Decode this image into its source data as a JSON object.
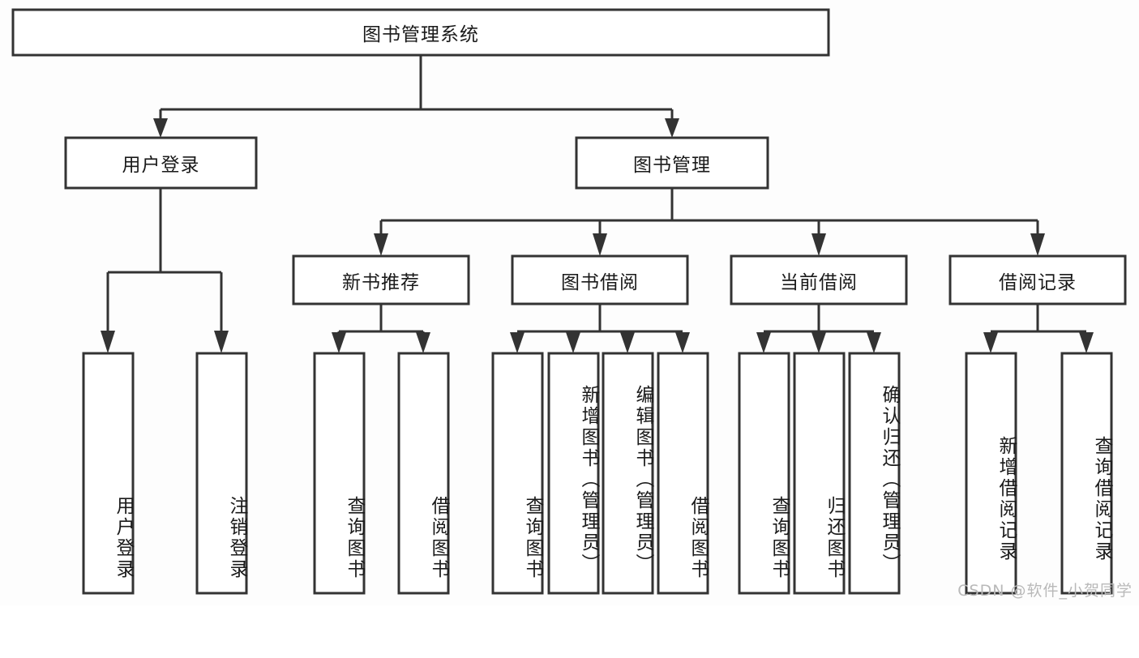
{
  "diagram": {
    "type": "hierarchy-tree",
    "title": "图书管理系统",
    "root": {
      "id": "root",
      "label": "图书管理系统"
    },
    "level2": [
      {
        "id": "user-login",
        "label": "用户登录"
      },
      {
        "id": "book-manage",
        "label": "图书管理"
      }
    ],
    "level3": [
      {
        "id": "new-book-recommend",
        "label": "新书推荐"
      },
      {
        "id": "book-borrow",
        "label": "图书借阅"
      },
      {
        "id": "current-borrow",
        "label": "当前借阅"
      },
      {
        "id": "borrow-record",
        "label": "借阅记录"
      }
    ],
    "leaves": [
      {
        "id": "leaf-user-login",
        "label": "用户登录",
        "parent": "user-login"
      },
      {
        "id": "leaf-logout",
        "label": "注销登录",
        "parent": "user-login"
      },
      {
        "id": "leaf-query-book-1",
        "label": "查询图书",
        "parent": "new-book-recommend"
      },
      {
        "id": "leaf-borrow-book-1",
        "label": "借阅图书",
        "parent": "new-book-recommend"
      },
      {
        "id": "leaf-query-book-2",
        "label": "查询图书",
        "parent": "book-borrow"
      },
      {
        "id": "leaf-add-book",
        "label": "新增图书（管理员）",
        "parent": "book-borrow"
      },
      {
        "id": "leaf-edit-book",
        "label": "编辑图书（管理员）",
        "parent": "book-borrow"
      },
      {
        "id": "leaf-borrow-book-2",
        "label": "借阅图书",
        "parent": "book-borrow"
      },
      {
        "id": "leaf-query-book-3",
        "label": "查询图书",
        "parent": "current-borrow"
      },
      {
        "id": "leaf-return-book",
        "label": "归还图书",
        "parent": "current-borrow"
      },
      {
        "id": "leaf-confirm-return",
        "label": "确认归还（管理员）",
        "parent": "current-borrow"
      },
      {
        "id": "leaf-add-record",
        "label": "新增借阅记录",
        "parent": "borrow-record"
      },
      {
        "id": "leaf-query-record",
        "label": "查询借阅记录",
        "parent": "borrow-record"
      }
    ]
  },
  "watermark": {
    "text": "CSDN @软件_小贺同学"
  },
  "colors": {
    "stroke": "#333333",
    "box_fill": "#ffffff",
    "text": "#1a1a1a",
    "background": "#fdfdfd",
    "watermark": "#b9b9b9"
  }
}
